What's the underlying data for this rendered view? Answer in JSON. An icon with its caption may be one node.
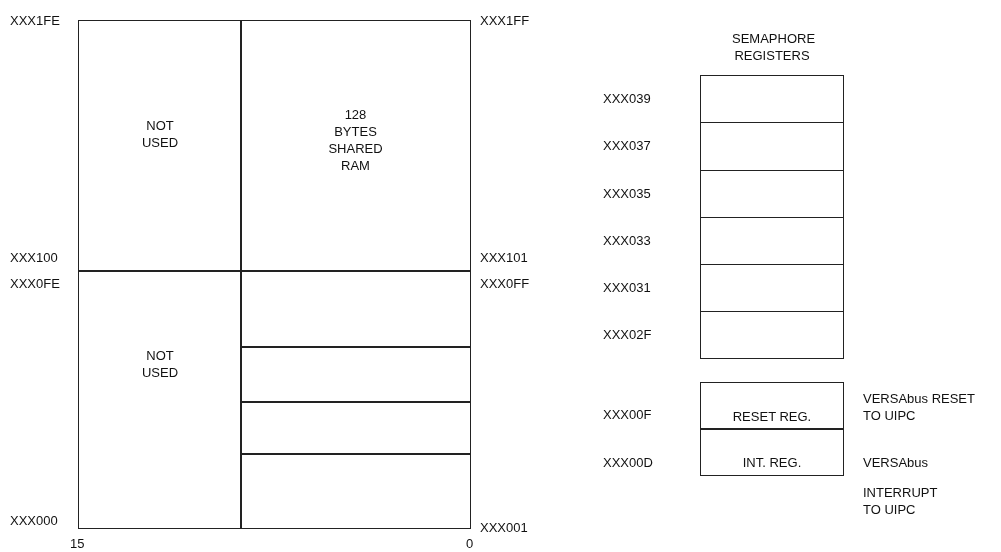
{
  "diagram": {
    "nodes": [
      {
        "text": [
          "NOT USED"
        ]
      },
      {
        "text": [
          "128 BYTES SHARED RAM"
        ]
      },
      {
        "text": [
          "NOT USED"
        ]
      },
      {
        "text": [],
        "shape": "box"
      },
      {
        "text": [],
        "shape": "box"
      },
      {
        "text": [],
        "shape": "box"
      },
      {
        "text": [],
        "shape": "box"
      },
      {
        "text": [
          "SEMAPHORE REGISTERS"
        ]
      },
      {
        "text": [],
        "shape": "box",
        "in": 7
      },
      {
        "text": [],
        "shape": "box",
        "in": 7
      },
      {
        "text": [],
        "shape": "box",
        "in": 7
      },
      {
        "text": [],
        "shape": "box",
        "in": 7
      },
      {
        "text": [],
        "shape": "box",
        "in": 7
      },
      {
        "text": [],
        "shape": "box",
        "in": 7
      },
      {
        "text": [
          "RESET REG."
        ],
        "beside": [
          "VERSAbus RESET TO UIPC"
        ]
      },
      {
        "text": [
          "INT. REG."
        ],
        "beside": [
          "VERSAbus",
          "INTERRUPT TO UIPC"
        ]
      }
    ],
    "edges": [],
    "labels": [
      "XXX1FE",
      "XXX1FF",
      "XXX100",
      "XXX101",
      "XXX0FE",
      "XXX0FF",
      "XXX000",
      "XXX001",
      "15",
      "0",
      "XXX039",
      "XXX037",
      "XXX035",
      "XXX033",
      "XXX031",
      "XXX02F",
      "XXX00F",
      "XXX00D"
    ]
  }
}
